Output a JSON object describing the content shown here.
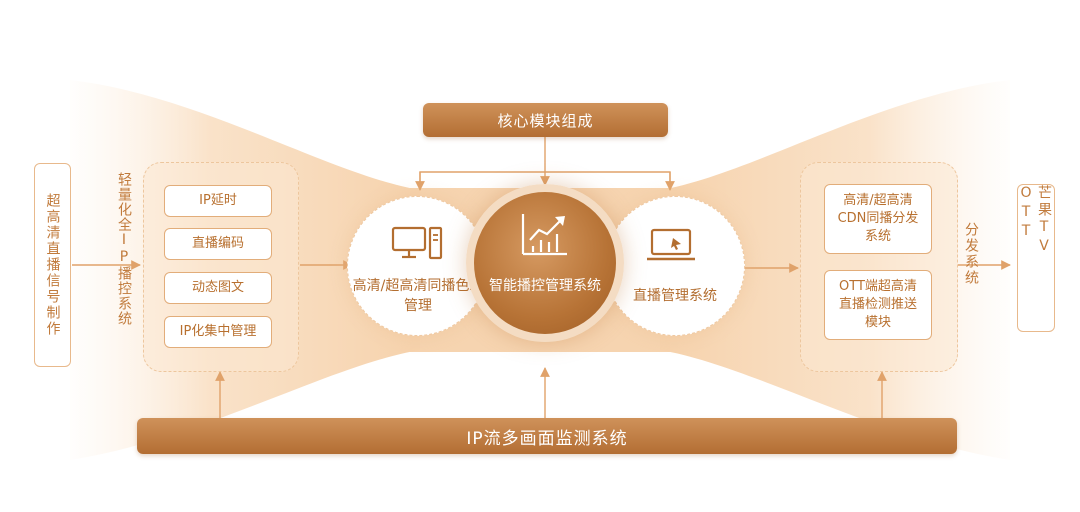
{
  "top_bar": {
    "label": "核心模块组成"
  },
  "bottom_bar": {
    "label": "IP流多画面监测系统"
  },
  "left_source": {
    "label": "超高清直播信号制作"
  },
  "left_panel": {
    "title": "轻量化全IP播控系统",
    "items": [
      "IP延时",
      "直播编码",
      "动态图文",
      "IP化集中管理"
    ]
  },
  "circles": {
    "left": "高清/超高清同播色彩管理",
    "center": "智能播控管理系统",
    "right": "直播管理系统"
  },
  "right_panel": {
    "items": [
      "高清/超高清CDN同播分发系统",
      "OTT端超高清直播检测推送模块"
    ]
  },
  "distribution_label": "分发系统",
  "right_target": {
    "label": "芒果TV OTT"
  },
  "colors": {
    "accent": "#c07a3a",
    "bar_dark": "#b36e33",
    "glow": "#f6dcc0",
    "border_light": "#edc69d"
  }
}
